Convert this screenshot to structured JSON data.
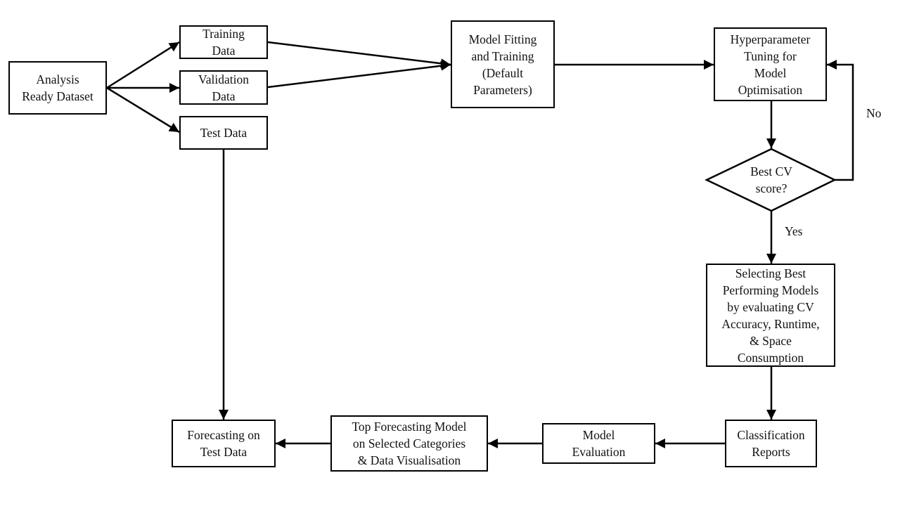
{
  "nodes": {
    "analysis_ready_dataset": "Analysis\nReady Dataset",
    "training_data": "Training\nData",
    "validation_data": "Validation\nData",
    "test_data": "Test Data",
    "model_fitting": "Model Fitting\nand Training\n(Default\nParameters)",
    "hyperparameter_tuning": "Hyperparameter\nTuning for\nModel\nOptimisation",
    "best_cv_score": "Best CV\nscore?",
    "selecting_best_models": "Selecting Best\nPerforming Models\nby evaluating CV\nAccuracy,  Runtime,\n& Space\nConsumption",
    "classification_reports": "Classification\nReports",
    "model_evaluation": "Model\nEvaluation",
    "top_forecasting_model": "Top Forecasting Model\non Selected Categories\n& Data Visualisation",
    "forecasting_on_test": "Forecasting on\nTest Data"
  },
  "edge_labels": {
    "no": "No",
    "yes": "Yes"
  },
  "colors": {
    "stroke": "#000000",
    "fill": "#ffffff",
    "text": "#111111"
  }
}
